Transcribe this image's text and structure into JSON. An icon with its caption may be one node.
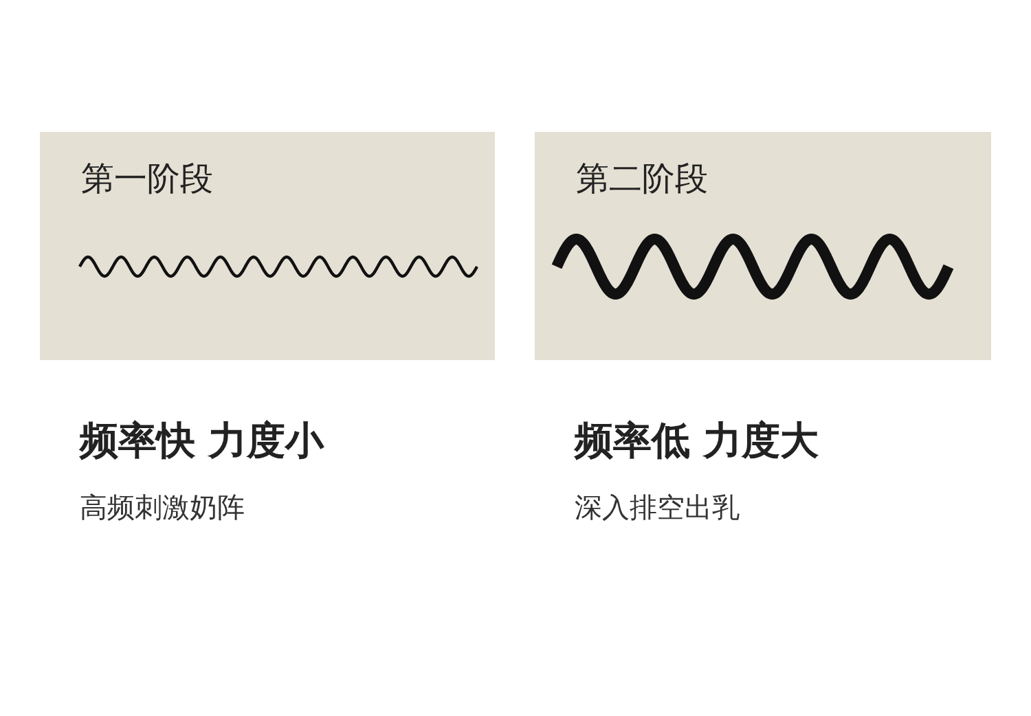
{
  "diagram": {
    "nodes": [
      {
        "text": [
          "第一阶段"
        ],
        "beside": [
          "频率快 力度小",
          "高频刺激奶阵"
        ]
      },
      {
        "text": [
          "第二阶段"
        ],
        "beside": [
          "频率低 力度大",
          "深入排空出乳"
        ]
      }
    ]
  }
}
